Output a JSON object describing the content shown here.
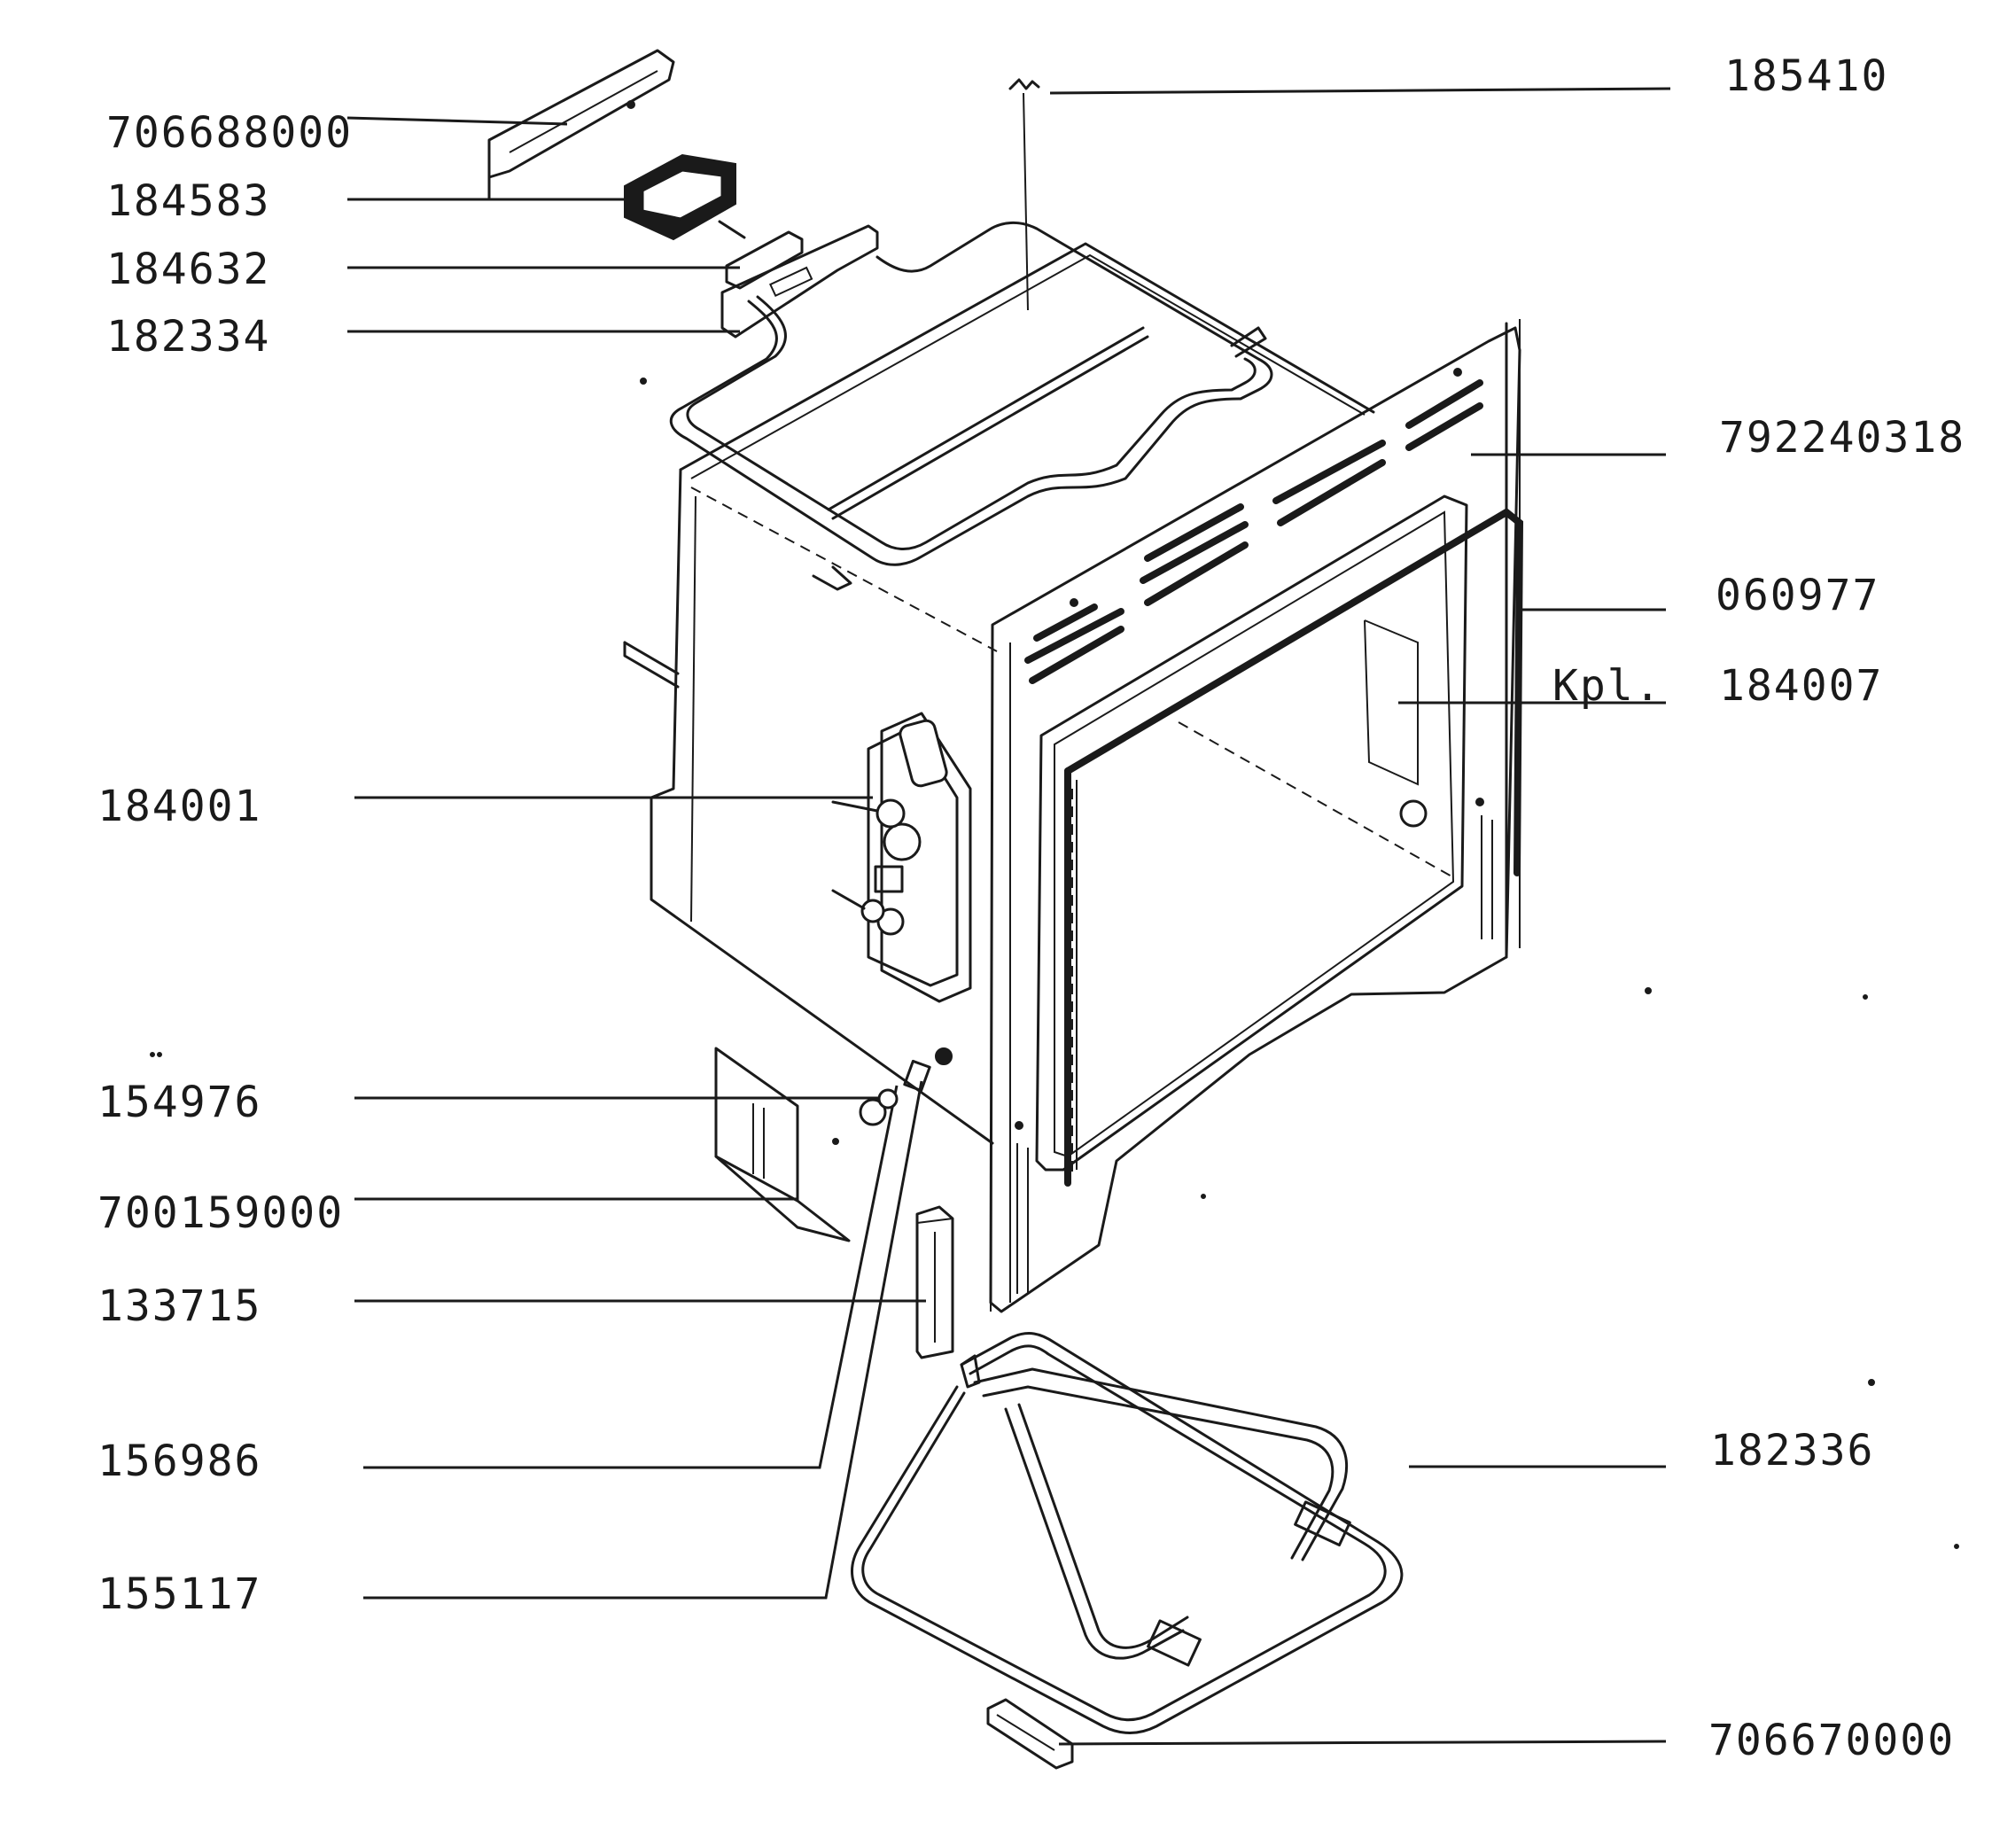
{
  "parts": {
    "p706688000": "706688000",
    "p184583": "184583",
    "p184632": "184632",
    "p182334": "182334",
    "p185410": "185410",
    "p792240318": "792240318",
    "p060977": "060977",
    "kpl": "Kpl.",
    "p184007": "184007",
    "p184001": "184001",
    "p154976": "154976",
    "p700159000": "700159000",
    "p133715": "133715",
    "p156986": "156986",
    "p155117": "155117",
    "p182336": "182336",
    "p706670000": "706670000"
  }
}
